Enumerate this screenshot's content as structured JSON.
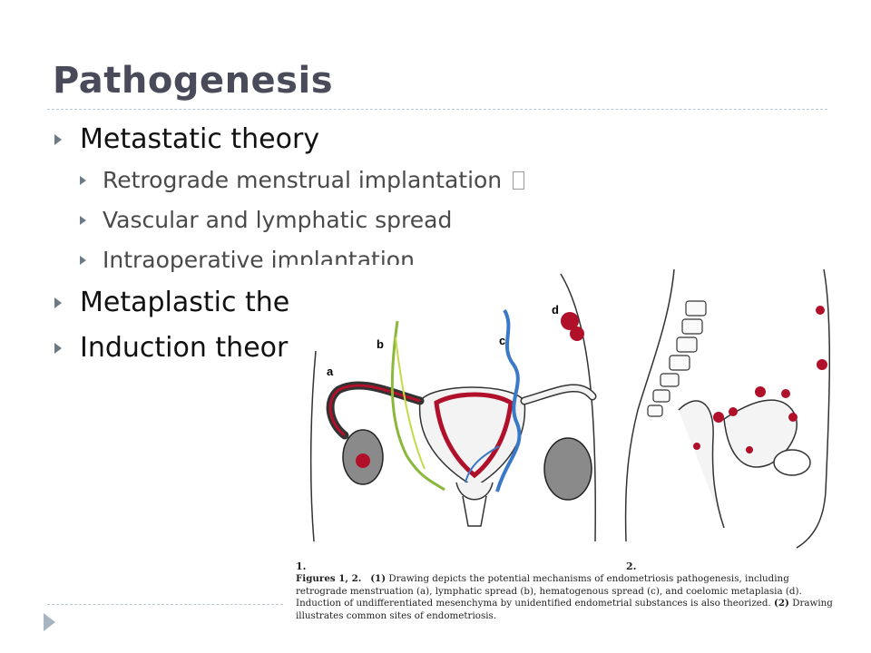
{
  "title": "Pathogenesis",
  "bullets": [
    {
      "label": "Metastatic theory",
      "sub": [
        "Retrograde menstrual implantation",
        "Vascular and lymphatic spread",
        "Intraoperative implantation"
      ]
    },
    {
      "label": "Metaplastic theory"
    },
    {
      "label": "Induction theory"
    }
  ],
  "figure": {
    "labels": {
      "a": "a",
      "b": "b",
      "c": "c",
      "d": "d"
    },
    "panel1_number": "1.",
    "panel2_number": "2.",
    "caption_lead": "Figures 1, 2.",
    "caption_part1_num": "(1)",
    "caption_part1": "Drawing depicts the potential mechanisms of endometriosis pathogenesis, including retrograde menstruation (a), lymphatic spread (b), hematogenous spread (c), and coelomic metaplasia (d). Induction of undifferentiated mesenchyma by unidentified endometrial substances is also theorized.",
    "caption_part2_num": "(2)",
    "caption_part2": "Drawing illustrates common sites of endometriosis."
  },
  "colors": {
    "title": "#4a4b5a",
    "bullet_marker": "#6c7a86",
    "rule": "#b9c6cf",
    "endometrial_red": "#b0102a",
    "lymph_green": "#8ab83a",
    "vessel_blue": "#3a78c8"
  }
}
